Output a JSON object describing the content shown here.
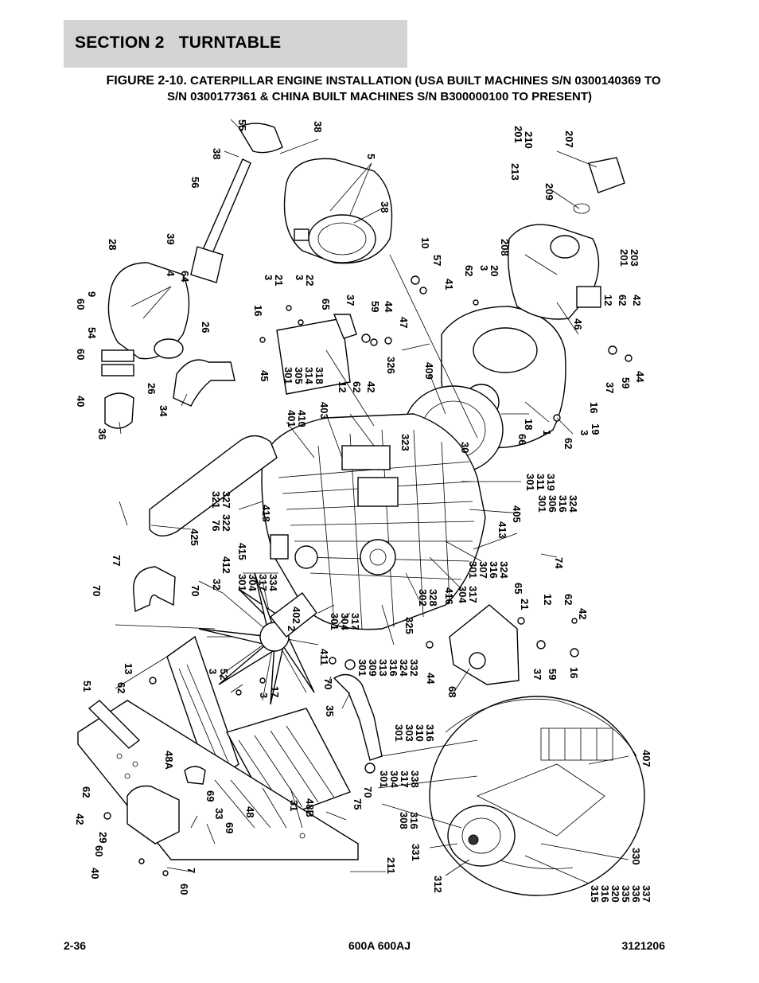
{
  "header": {
    "section_label": "SECTION 2",
    "section_name": "TURNTABLE"
  },
  "figure": {
    "label": "FIGURE 2-10.",
    "title_line1": "CATERPILLAR ENGINE INSTALLATION (USA BUILT MACHINES S/N 0300140369 TO",
    "title_line2": "S/N 0300177361 & CHINA BUILT MACHINES S/N B300000100 TO PRESENT)"
  },
  "callouts": {
    "c55": "55",
    "c38a": "38",
    "c38b": "38",
    "c5": "5",
    "c38c": "38",
    "c56": "56",
    "c28": "28",
    "c39": "39",
    "c4": "4",
    "c64": "64",
    "c60a": "60",
    "c9": "9",
    "c54": "54",
    "c60b": "60",
    "c40a": "40",
    "c36": "36",
    "c34": "34",
    "c26a": "26",
    "c26b": "26",
    "c16a": "16",
    "c3a": "3",
    "c21a": "21",
    "c3b": "3",
    "c22": "22",
    "c65a": "65",
    "c37a": "37",
    "c59a": "59",
    "c44a": "44",
    "c10": "10",
    "c57": "57",
    "c41": "41",
    "c47": "47",
    "c45": "45",
    "c301a": "301",
    "c305": "305",
    "c314": "314",
    "c318": "318",
    "c12a": "12",
    "c62a": "62",
    "c42a": "42",
    "c326": "326",
    "c409": "409",
    "c201a": "201",
    "c210": "210",
    "c213": "213",
    "c207": "207",
    "c209": "209",
    "c208": "208",
    "c62b": "62",
    "c3c": "3",
    "c20": "20",
    "c201b": "201",
    "c203": "203",
    "c12b": "12",
    "c62c": "62",
    "c42b": "42",
    "c46": "46",
    "c37b": "37",
    "c59b": "59",
    "c44b": "44",
    "c16b": "16",
    "c3d": "3",
    "c19": "19",
    "c1": "1",
    "c62d": "62",
    "c18": "18",
    "c66": "66",
    "c30": "30",
    "c323": "323",
    "c401": "401",
    "c410": "410",
    "c403": "403",
    "c301b": "301",
    "c311": "311",
    "c319": "319",
    "c301c": "301",
    "c306": "306",
    "c316a": "316",
    "c324a": "324",
    "c405": "405",
    "c413": "413",
    "c74": "74",
    "c321": "321",
    "c327": "327",
    "c418": "418",
    "c76": "76",
    "c322": "322",
    "c425": "425",
    "c415": "415",
    "c412": "412",
    "c301d": "301",
    "c304a": "304",
    "c317a": "317",
    "c334": "334",
    "c32": "32",
    "c77": "77",
    "c70a": "70",
    "c70b": "70",
    "c402": "402",
    "c2": "2",
    "c301e": "301",
    "c304b": "304",
    "c317b": "317",
    "c411": "411",
    "c301f": "301",
    "c309": "309",
    "c313": "313",
    "c316b": "316",
    "c324b": "324",
    "c332": "332",
    "c325": "325",
    "c302": "302",
    "c328": "328",
    "c416": "416",
    "c304c": "304",
    "c317c": "317",
    "c301g": "301",
    "c307": "307",
    "c316c": "316",
    "c324c": "324",
    "c65b": "65",
    "c21b": "21",
    "c12c": "12",
    "c62e": "62",
    "c42c": "42",
    "c37c": "37",
    "c59c": "59",
    "c16c": "16",
    "c44c": "44",
    "c68": "68",
    "c13": "13",
    "c62f": "62",
    "c51": "51",
    "c3e": "3",
    "c52": "52",
    "c3f": "3",
    "c17": "17",
    "c70c": "70",
    "c35": "35",
    "c301h": "301",
    "c303": "303",
    "c310": "310",
    "c316d": "316",
    "c48a": "48A",
    "c62g": "62",
    "c42d": "42",
    "c69a": "69",
    "c33": "33",
    "c69b": "69",
    "c29": "29",
    "c48": "48",
    "c31": "31",
    "c48b": "48B",
    "c75": "75",
    "c70d": "70",
    "c301i": "301",
    "c304d": "304",
    "c317d": "317",
    "c338": "338",
    "c308": "308",
    "c316e": "316",
    "c331": "331",
    "c407": "407",
    "c60c": "60",
    "c40b": "40",
    "c7": "7",
    "c60d": "60",
    "c211": "211",
    "c312": "312",
    "c330": "330",
    "c315": "315",
    "c316f": "316",
    "c320": "320",
    "c335": "335",
    "c336": "336",
    "c337": "337"
  },
  "footer": {
    "page_number": "2-36",
    "model": "600A 600AJ",
    "doc_number": "3121206"
  }
}
